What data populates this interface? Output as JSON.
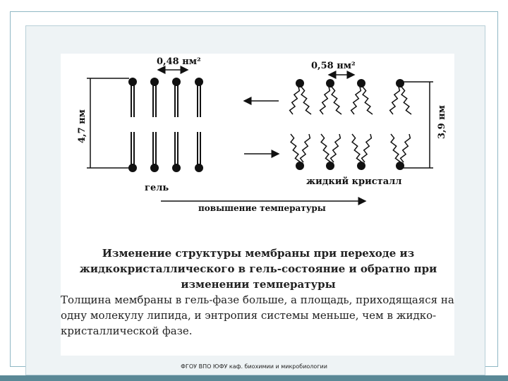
{
  "diagram": {
    "gel_area": "0,48 нм²",
    "liquid_area": "0,58 нм²",
    "gel_thickness": "4,7 нм",
    "liquid_thickness": "3,9 нм",
    "gel_label": "гель",
    "liquid_label": "жидкий кристалл",
    "temperature_label": "повышение температуры"
  },
  "caption": {
    "title": "Изменение структуры мембраны при переходе из жидкокристаллического в гель-состояние и обратно при изменении температуры",
    "body": "Толщина мембраны в гель-фазе больше, а площадь, приходящаяся на одну молекулу липида, и энтропия системы меньше, чем в жидко-кристаллической фазе."
  },
  "footer": "ФГОУ ВПО ЮФУ каф. биохимии и микробиологии"
}
